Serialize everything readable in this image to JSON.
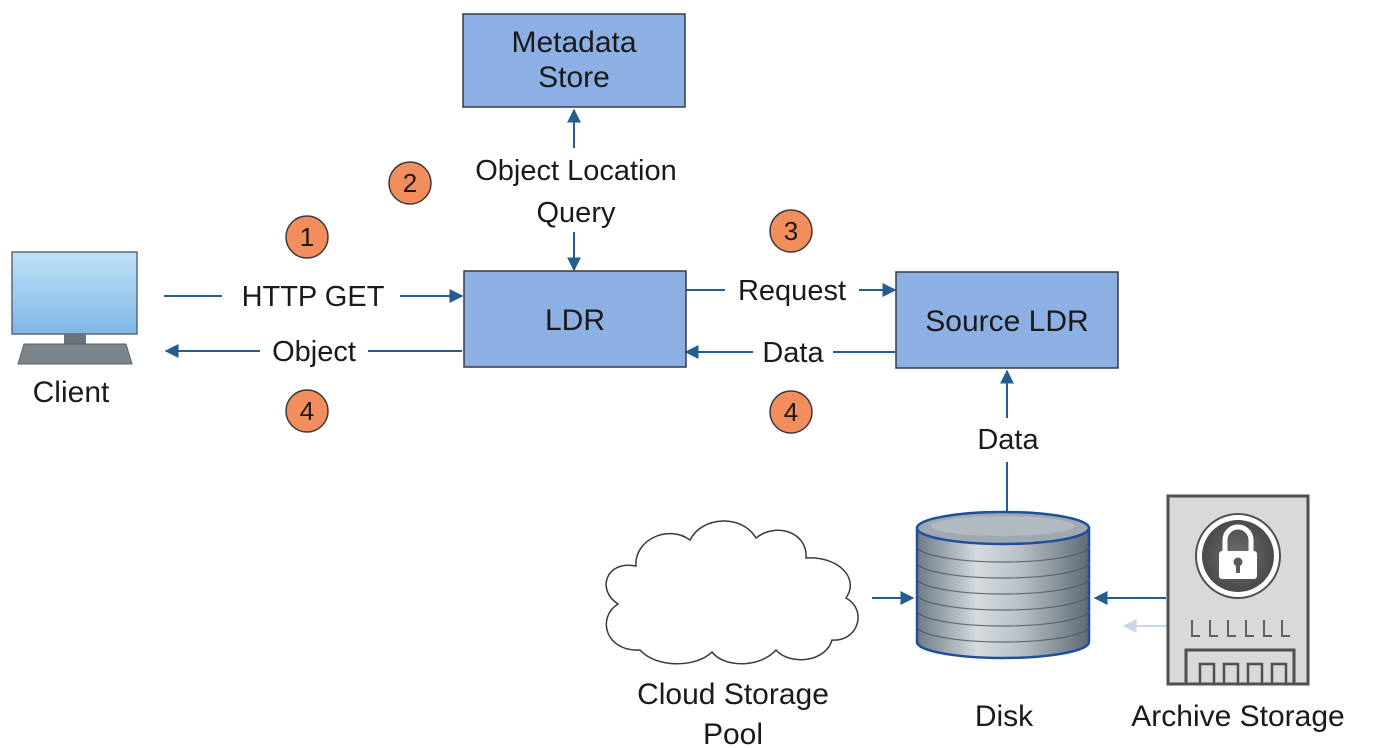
{
  "nodes": {
    "metadata_store": {
      "line1": "Metadata",
      "line2": "Store"
    },
    "ldr": {
      "label": "LDR"
    },
    "source_ldr": {
      "label": "Source LDR"
    },
    "client": {
      "label": "Client",
      "icon": "monitor-icon"
    },
    "disk": {
      "label": "Disk",
      "icon": "database-cylinder-icon"
    },
    "cloud_pool": {
      "line1": "Cloud Storage",
      "line2": "Pool",
      "icon": "cloud-icon"
    },
    "archive": {
      "label": "Archive Storage",
      "icon": "archive-lock-icon"
    }
  },
  "edges": {
    "http_get": "HTTP GET",
    "object": "Object",
    "location_query_line1": "Object Location",
    "location_query_line2": "Query",
    "request": "Request",
    "data_to_ldr": "Data",
    "data_from_disk": "Data"
  },
  "steps": {
    "s1": "1",
    "s2": "2",
    "s3": "3",
    "s4a": "4",
    "s4b": "4"
  },
  "colors": {
    "box_fill": "#8DB0E4",
    "box_stroke": "#3a3a3a",
    "arrow": "#245D8F",
    "step_fill": "#F28D5D",
    "step_stroke": "#3a3a3a",
    "disk_stroke": "#1F4E9A",
    "archive_fill": "#D9D9D9",
    "archive_stroke": "#505050",
    "monitor_screen": "#9DCBEF"
  }
}
